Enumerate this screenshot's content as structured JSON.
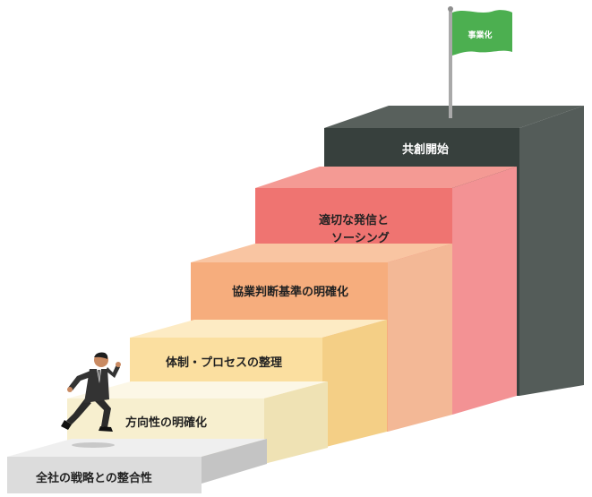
{
  "goal": {
    "label": "事業化",
    "flag_color": "#4caf50"
  },
  "steps": [
    {
      "label": "全社の戦略との整合性",
      "front": "#dcdcdc",
      "top": "#efefef",
      "side": "#c4c4c4"
    },
    {
      "label": "方向性の明確化",
      "front": "#f7efcf",
      "top": "#fcf7e6",
      "side": "#efe2b4"
    },
    {
      "label": "体制・プロセスの整理",
      "front": "#fbdfa0",
      "top": "#fdebc4",
      "side": "#f4cf86"
    },
    {
      "label": "協業判断基準の明確化",
      "front": "#f6ad7d",
      "top": "#f9c5a2",
      "side": "#f3b896"
    },
    {
      "label_line1": "適切な発信と",
      "label_line2": "ソーシング",
      "front": "#ef7471",
      "top": "#f49a94",
      "side": "#f39294"
    },
    {
      "label": "共創開始",
      "front": "#37403d",
      "top": "#58605c",
      "side": "#545c59"
    }
  ]
}
